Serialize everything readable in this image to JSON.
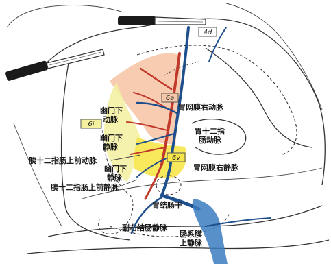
{
  "tags": {
    "t4d": "4d",
    "t6a": "6a",
    "t6i": "6i",
    "t6v": "6v"
  },
  "labels": {
    "pyloric_artery_1": "幽门下",
    "pyloric_artery_2": "动脉",
    "pyloric_vein_1": "幽门下",
    "pyloric_vein_2": "静脉",
    "pyloric_vein2_1": "幽门下",
    "pyloric_vein2_2": "静脉",
    "right_gastroepiploic_artery": "胃网膜右动脉",
    "gastroduodenal_artery_1": "胃十二指",
    "gastroduodenal_artery_2": "肠动脉",
    "asp_artery": "胰十二指肠上前动脉",
    "right_gastroepiploic_vein": "胃网膜右静脉",
    "aspd_vein": "胰十二指肠上前静脉",
    "gastrocolic_trunk": "胃结肠干",
    "right_colic_vein": "副右结肠静脉",
    "smv_1": "肠系膜",
    "smv_2": "上静脉"
  },
  "colors": {
    "zone_6a": "#f6c7a8",
    "zone_6i": "#f3f0a0",
    "zone_6v": "#f7e64a",
    "artery": "#c0392b",
    "vein": "#1f4f8c",
    "smv": "#3b7dbf"
  }
}
